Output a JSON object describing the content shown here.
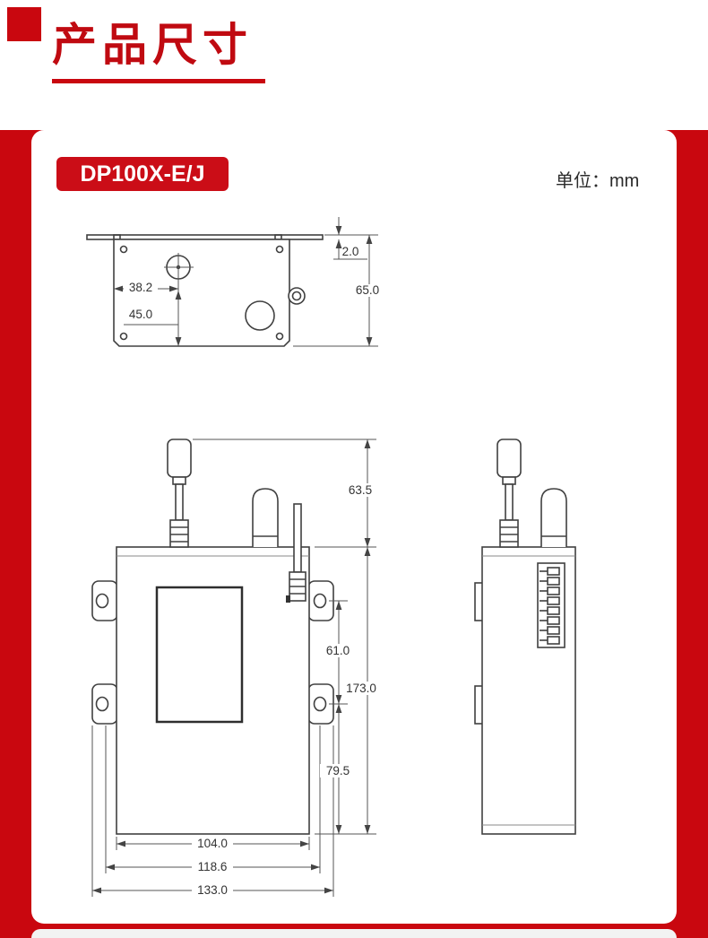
{
  "header": {
    "title": "产品尺寸"
  },
  "card": {
    "model_badge": "DP100X-E/J",
    "unit_label": "单位：mm"
  },
  "colors": {
    "page_red": "#c9070f",
    "title_red": "#c00a11",
    "badge_red": "#cb0d17",
    "drawing_line": "#404040",
    "dimension_line": "#555555"
  },
  "top_view": {
    "dims": {
      "plate_thickness": "2.0",
      "overall_height": "65.0",
      "hole_offset_x": "38.2",
      "hole_offset_y": "45.0"
    }
  },
  "front_view": {
    "dims": {
      "antenna_height": "63.5",
      "body_height": "173.0",
      "mount_hole_spacing": "61.0",
      "mount_hole_to_bottom": "79.5",
      "body_width": "104.0",
      "mid_width": "118.6",
      "overall_width": "133.0"
    }
  }
}
